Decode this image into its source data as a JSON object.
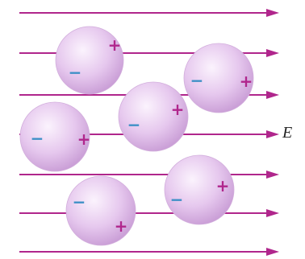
{
  "field": {
    "label": "E",
    "line_count": 7,
    "line_color": "#b0268c",
    "arrowhead": "right"
  },
  "molecules": {
    "count": 6,
    "fill_light": "#fbf3fd",
    "fill_mid": "#e6c8ee",
    "fill_dark": "#c79ad4",
    "positive_symbol": "+",
    "negative_symbol": "−",
    "positive_color": "#b0268c",
    "negative_color": "#3b8fc6"
  }
}
